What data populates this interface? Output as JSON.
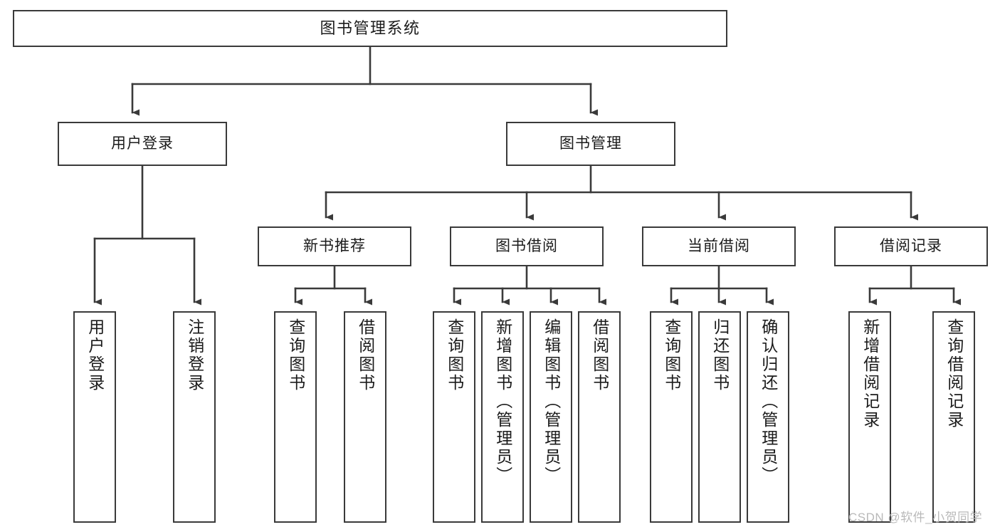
{
  "diagram": {
    "type": "tree-hierarchy-functional-decomposition",
    "title": "图书管理系统",
    "watermark": "CSDN @软件_小贺同学",
    "colors": {
      "box_border": "#3a3a3a",
      "box_fill": "#ffffff",
      "connector": "#3a3a3a",
      "text": "#1b1b1b",
      "watermark": "#b9b9b9",
      "background": "#ffffff"
    },
    "levels": {
      "root": {
        "label": "图书管理系统"
      },
      "level2": [
        {
          "label": "用户登录"
        },
        {
          "label": "图书管理"
        }
      ],
      "level3": [
        {
          "label": "新书推荐"
        },
        {
          "label": "图书借阅"
        },
        {
          "label": "当前借阅"
        },
        {
          "label": "借阅记录"
        }
      ],
      "leaves": {
        "user_login": [
          {
            "label": "用户登录"
          },
          {
            "label": "注销登录"
          }
        ],
        "new_book_recommend": [
          {
            "label": "查询图书"
          },
          {
            "label": "借阅图书"
          }
        ],
        "book_borrow": [
          {
            "label": "查询图书"
          },
          {
            "label": "新增图书（管理员）"
          },
          {
            "label": "编辑图书（管理员）"
          },
          {
            "label": "借阅图书"
          }
        ],
        "current_borrow": [
          {
            "label": "查询图书"
          },
          {
            "label": "归还图书"
          },
          {
            "label": "确认归还（管理员）"
          }
        ],
        "borrow_record": [
          {
            "label": "新增借阅记录"
          },
          {
            "label": "查询借阅记录"
          }
        ]
      }
    }
  }
}
